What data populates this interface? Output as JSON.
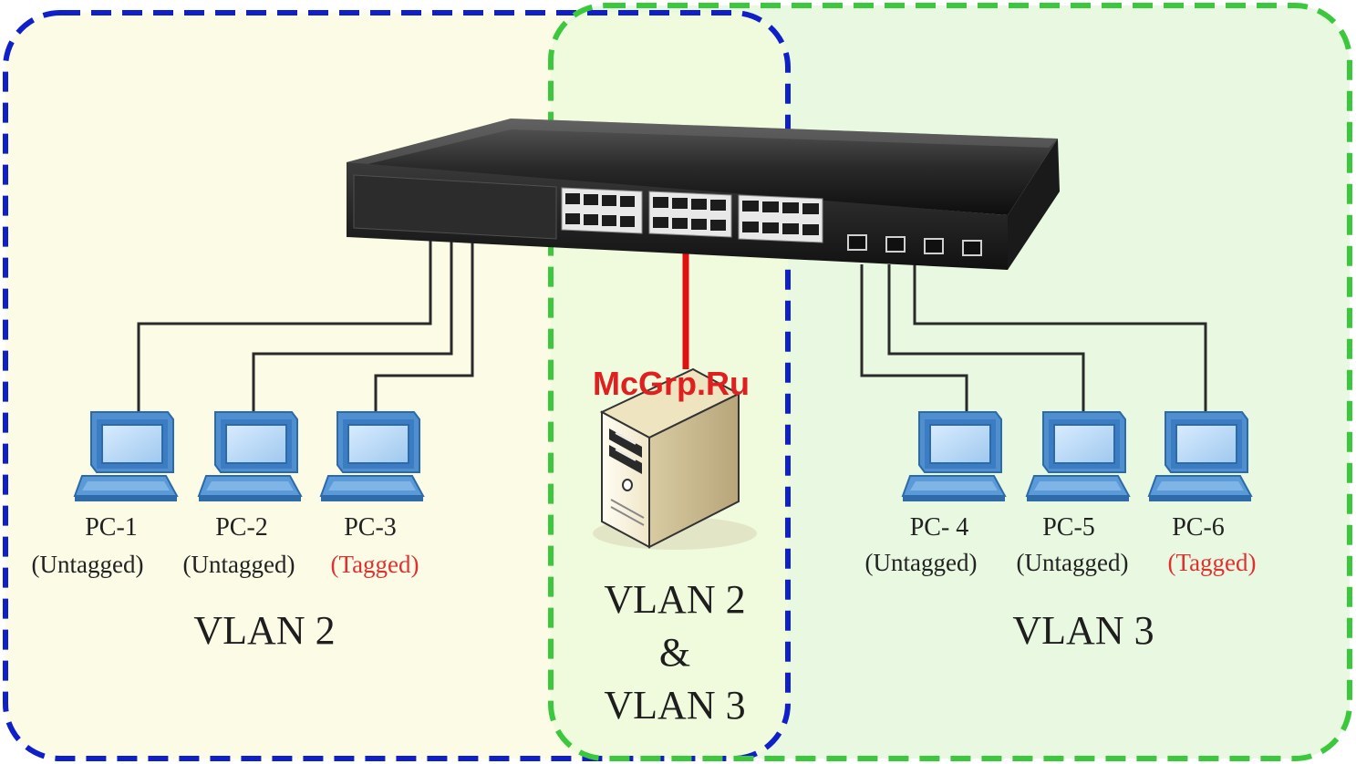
{
  "colors": {
    "vlan2_border": "#1020c8",
    "vlan3_border": "#3cc83c",
    "vlan2_fill": "#fbfbe6",
    "vlan3_fill": "#e9f8e0",
    "tagged_text": "#e03030",
    "uplink_cable": "#e01010"
  },
  "devices": {
    "switch": {
      "icon": "network-switch-icon"
    },
    "server": {
      "icon": "server-tower-icon"
    }
  },
  "pcs": [
    {
      "name": "PC-1",
      "tag": "(Untagged)",
      "tagged": false
    },
    {
      "name": "PC-2",
      "tag": "(Untagged)",
      "tagged": false
    },
    {
      "name": "PC-3",
      "tag": "(Tagged)",
      "tagged": true
    },
    {
      "name": "PC- 4",
      "tag": "(Untagged)",
      "tagged": false
    },
    {
      "name": "PC-5",
      "tag": "(Untagged)",
      "tagged": false
    },
    {
      "name": "PC-6",
      "tag": "(Tagged)",
      "tagged": true
    }
  ],
  "vlan_labels": {
    "left": "VLAN 2",
    "middle_line1": "VLAN 2",
    "middle_line2": "&",
    "middle_line3": "VLAN 3",
    "right": "VLAN 3"
  },
  "watermark": "McGrp.Ru"
}
